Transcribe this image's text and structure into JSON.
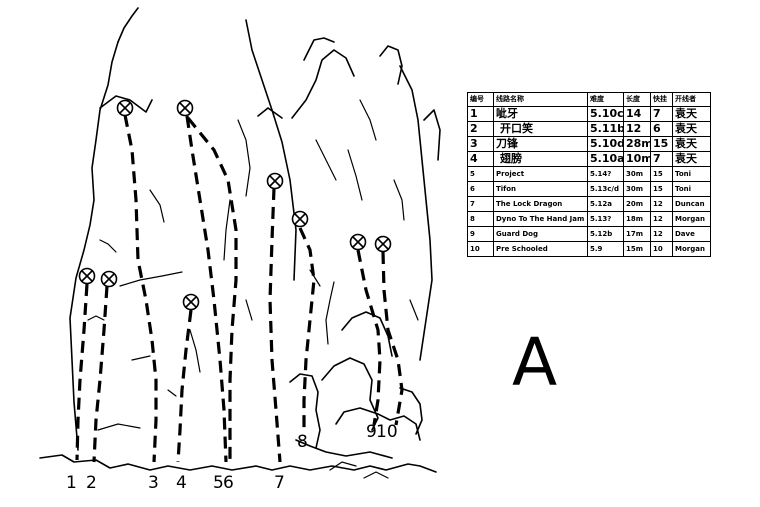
{
  "wall_label": "A",
  "table": {
    "headers": [
      "编号",
      "线路名称",
      "难度",
      "长度",
      "快挂",
      "开线者"
    ],
    "rows": [
      [
        "1",
        "呲牙",
        "5.10c",
        "14",
        "7",
        "袁天"
      ],
      [
        "2",
        "开口笑",
        "5.11b",
        "12",
        "6",
        "袁天"
      ],
      [
        "3",
        "刀锋",
        "5.10d",
        "28m",
        "15",
        "袁天"
      ],
      [
        "4",
        "翅膀",
        "5.10a",
        "10m",
        "7",
        "袁天"
      ],
      [
        "5",
        "Project",
        "5.14?",
        "30m",
        "15",
        "Toni"
      ],
      [
        "6",
        "Tifon",
        "5.13c/d",
        "30m",
        "15",
        "Toni"
      ],
      [
        "7",
        "The Lock Dragon",
        "5.12a",
        "20m",
        "12",
        "Duncan"
      ],
      [
        "8",
        "Dyno To The Hand Jam",
        "5.13?",
        "18m",
        "12",
        "Morgan"
      ],
      [
        "9",
        "Guard Dog",
        "5.12b",
        "17m",
        "12",
        "Dave"
      ],
      [
        "10",
        "Pre Schooled",
        "5.9",
        "15m",
        "10",
        "Morgan"
      ]
    ]
  },
  "route_labels": [
    "1",
    "2",
    "3",
    "4",
    "5",
    "6",
    "7",
    "8",
    "9",
    "10"
  ]
}
